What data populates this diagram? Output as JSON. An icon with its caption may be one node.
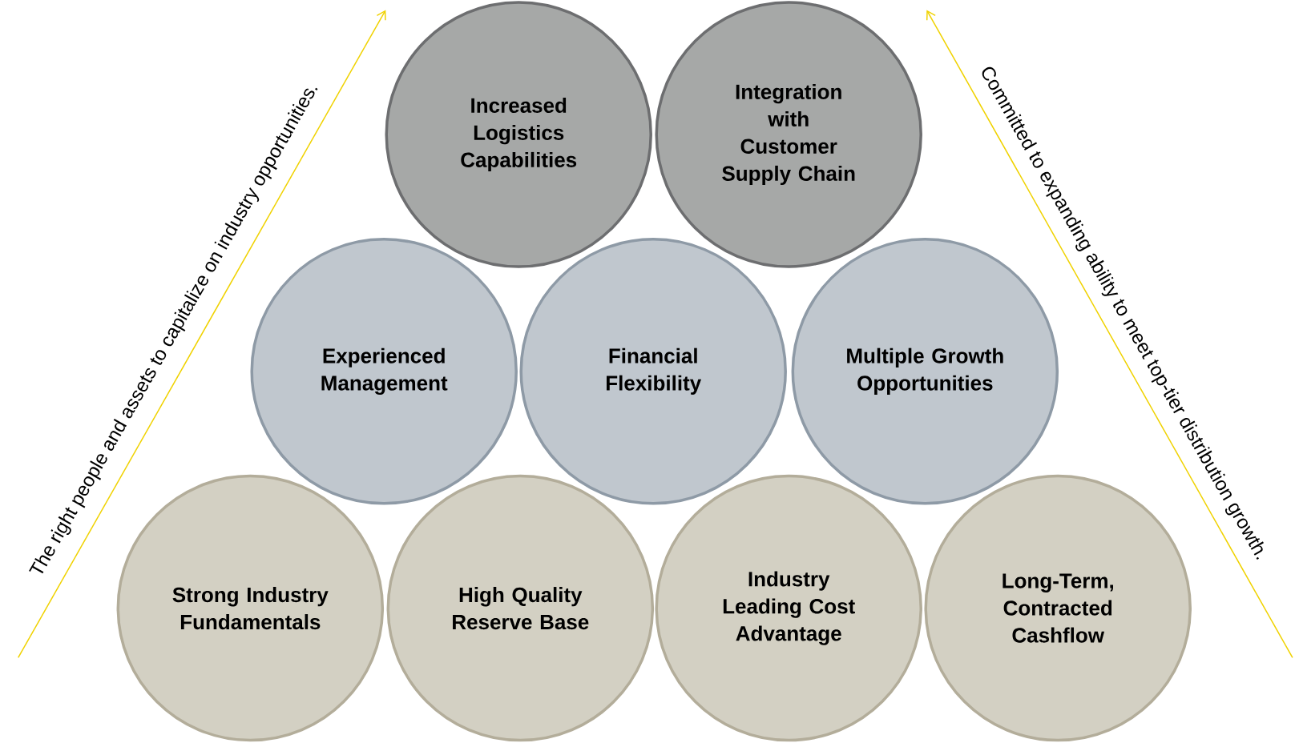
{
  "diagram": {
    "nodes": [
      {
        "text": [
          "Increased Logistics Capabilities"
        ]
      },
      {
        "text": [
          "Integration with Customer Supply Chain"
        ]
      },
      {
        "text": [
          "Experienced Management"
        ]
      },
      {
        "text": [
          "Financial Flexibility"
        ]
      },
      {
        "text": [
          "Multiple Growth Opportunities"
        ]
      },
      {
        "text": [
          "Strong Industry Fundamentals"
        ]
      },
      {
        "text": [
          "High Quality Reserve Base"
        ]
      },
      {
        "text": [
          "Industry Leading Cost Advantage"
        ]
      },
      {
        "text": [
          "Long-Term, Contracted Cashflow"
        ]
      }
    ],
    "labels": [
      "The right people and assets to capitalize on industry opportunities.",
      "Committed to expanding ability to meet top-tier distribution growth."
    ]
  }
}
